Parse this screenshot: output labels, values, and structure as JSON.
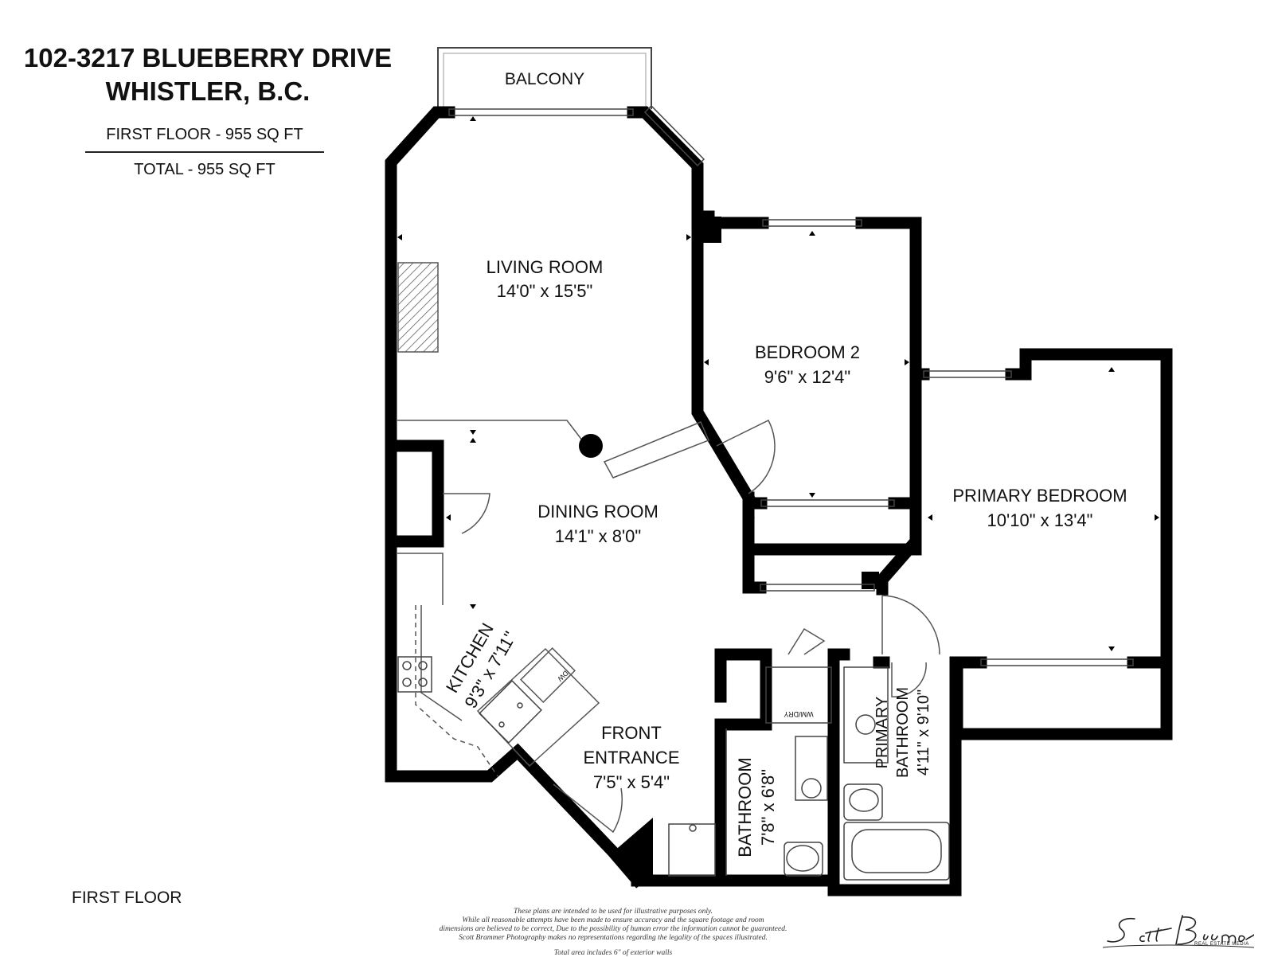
{
  "header": {
    "address_line1": "102-3217 BLUEBERRY DRIVE",
    "address_line2": "WHISTLER, B.C.",
    "first_floor_area": "FIRST FLOOR - 955 SQ FT",
    "total_area": "TOTAL  -  955 SQ FT"
  },
  "rooms": {
    "balcony": "BALCONY",
    "living_room": {
      "name": "LIVING ROOM",
      "size": "14'0\" x 15'5\""
    },
    "bedroom_2": {
      "name": "BEDROOM 2",
      "size": "9'6\" x 12'4\""
    },
    "dining_room": {
      "name": "DINING ROOM",
      "size": "14'1\" x 8'0\""
    },
    "primary_bedroom": {
      "name": "PRIMARY BEDROOM",
      "size": "10'10\" x 13'4\""
    },
    "kitchen": {
      "name": "KITCHEN",
      "size": "9'3\" x 7'11\""
    },
    "front_entrance": {
      "name_line1": "FRONT",
      "name_line2": "ENTRANCE",
      "size": "7'5\" x 5'4\""
    },
    "bathroom": {
      "name": "BATHROOM",
      "size": "7'8\" x 6'8\""
    },
    "primary_bathroom": {
      "name_line1": "PRIMARY",
      "name_line2": "BATHROOM",
      "size": "4'11\" x 9'10\""
    }
  },
  "fixtures": {
    "washer_dryer": "WM/DRY",
    "dishwasher": "DW"
  },
  "footer": {
    "floor_label": "FIRST FLOOR",
    "disclaimer_lines": [
      "These plans are intended to be used for illustrative purposes only.",
      "While all reasonable attempts have been made to ensure accuracy and the square footage and room",
      "dimensions are believed to be correct,  Due to the possibility of human error the information cannot be guaranteed.",
      "Scott Brammer Photography makes no representations regarding the legality of the spaces illustrated."
    ],
    "total_note": "Total area includes 6\" of exterior walls",
    "brand_signature": "Scott Brammer",
    "brand_subtitle": "REAL ESTATE MEDIA"
  },
  "colors": {
    "wall": "#000000",
    "text": "#111111",
    "background": "#ffffff",
    "thin_line": "#555555"
  }
}
